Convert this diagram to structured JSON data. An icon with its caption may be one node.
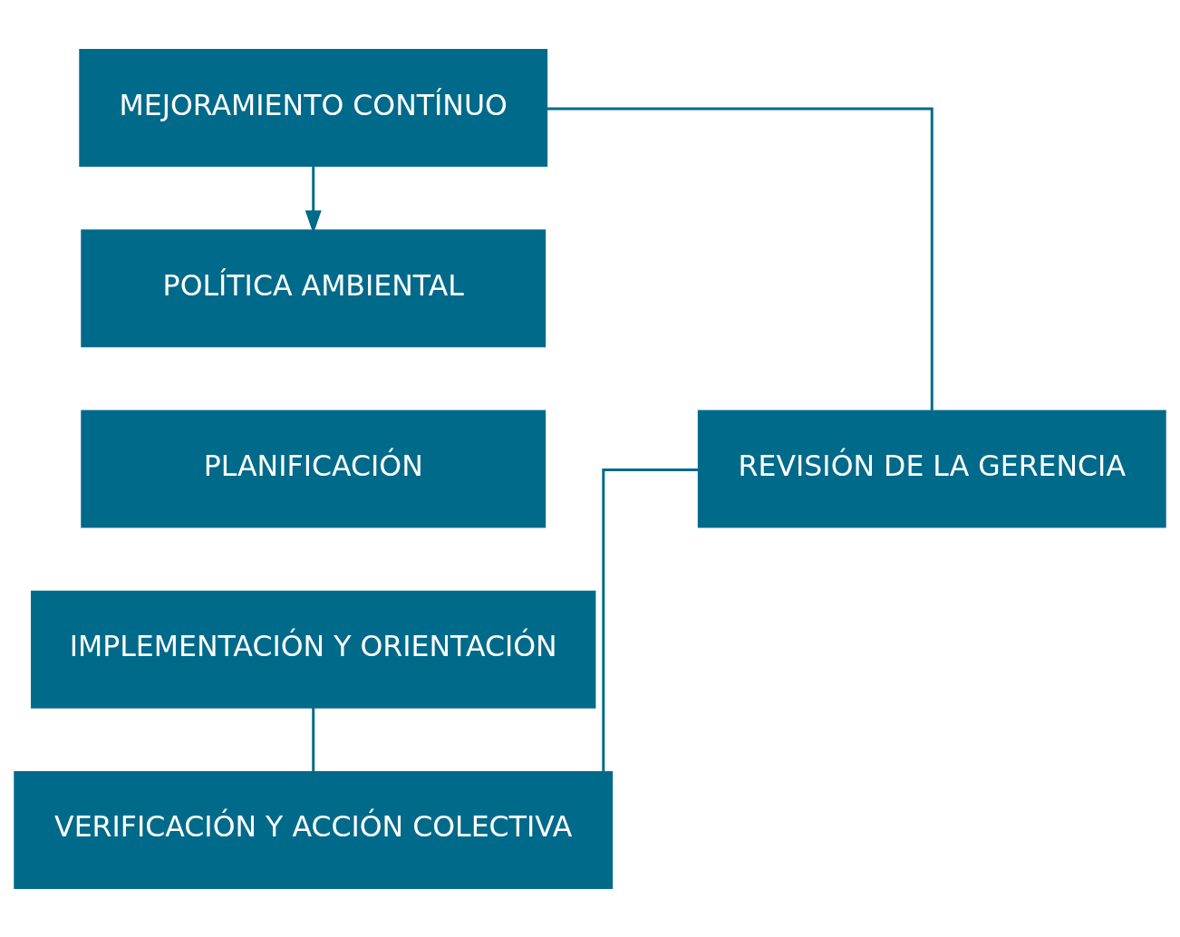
{
  "diagram": {
    "nodes": [
      {
        "text": [
          "MEJORAMIENTO CONTÍNUO"
        ]
      },
      {
        "text": [
          "POLÍTICA AMBIENTAL"
        ]
      },
      {
        "text": [
          "PLANIFICACIÓN"
        ]
      },
      {
        "text": [
          "IMPLEMENTACIÓN Y ORIENTACIÓN"
        ]
      },
      {
        "text": [
          "REVISIÓN DE LA GERENCIA"
        ]
      },
      {
        "text": [
          "VERIFICACIÓN Y ACCIÓN COLECTIVA"
        ]
      }
    ],
    "edges": [
      {
        "from": 0,
        "to": 1,
        "arrow": "to"
      },
      {
        "from": 3,
        "to": 5,
        "arrow": "none"
      },
      {
        "from": 5,
        "to": 4,
        "arrow": "none"
      },
      {
        "from": 4,
        "to": 0,
        "arrow": "none"
      }
    ]
  }
}
